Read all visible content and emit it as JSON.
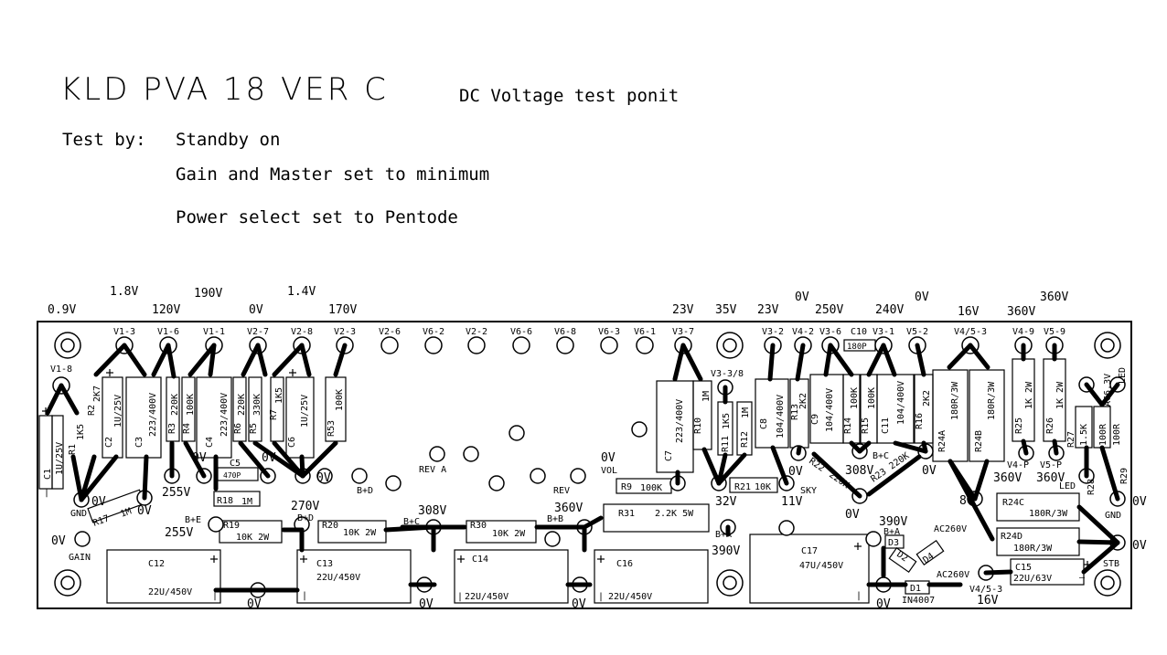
{
  "title": {
    "main": "KLD  PVA 18 VER C",
    "sub": "DC Voltage test ponit"
  },
  "test_by": {
    "label": "Test by:",
    "conditions": [
      "Standby on",
      "Gain and Master set to minimum",
      "Power select set to Pentode"
    ]
  },
  "top_voltages": [
    {
      "id": "tv1",
      "text": "0.9V"
    },
    {
      "id": "tv2",
      "text": "1.8V"
    },
    {
      "id": "tv3",
      "text": "120V"
    },
    {
      "id": "tv4",
      "text": "190V"
    },
    {
      "id": "tv5",
      "text": "0V"
    },
    {
      "id": "tv6",
      "text": "1.4V"
    },
    {
      "id": "tv7",
      "text": "170V"
    },
    {
      "id": "tv8",
      "text": "23V"
    },
    {
      "id": "tv9",
      "text": "35V"
    },
    {
      "id": "tv10",
      "text": "23V"
    },
    {
      "id": "tv11",
      "text": "0V"
    },
    {
      "id": "tv12",
      "text": "250V"
    },
    {
      "id": "tv13",
      "text": "240V"
    },
    {
      "id": "tv14",
      "text": "0V"
    },
    {
      "id": "tv15",
      "text": "16V"
    },
    {
      "id": "tv16",
      "text": "360V"
    },
    {
      "id": "tv17",
      "text": "360V"
    }
  ],
  "pins": [
    "V1-3",
    "V1-6",
    "V1-1",
    "V2-7",
    "V2-8",
    "V2-3",
    "V2-6",
    "V6-2",
    "V2-2",
    "V6-6",
    "V6-8",
    "V6-3",
    "V6-1",
    "V3-7",
    "V3-2",
    "V4-2",
    "V3-6",
    "V3-1",
    "V5-2",
    "V4/5-3",
    "V4-9",
    "V5-9",
    "V1-8",
    "V3-3/8"
  ],
  "components": {
    "C1": "1U/25V",
    "R1": "1K5",
    "R2": "2K7",
    "C2": "1U/25V",
    "C3": "223/400V",
    "R3": "220K",
    "R4": "100K",
    "C4": "223/400V",
    "R6": "220K",
    "R5": "330K",
    "R7": "1K5",
    "C6": "1U/25V",
    "R53": "100K",
    "C5": "470P",
    "R18": "1M",
    "R17": "1M",
    "C7": "223/400V",
    "R10": "1M",
    "R11": "1K5",
    "R12": "1M",
    "C8": "104/400V",
    "R13": "2K2",
    "C9": "104/400V",
    "R14": "100K",
    "R15": "100K",
    "C11": "104/400V",
    "R16": "2K2",
    "C10": "180P",
    "R21": "10K",
    "R22": "220K",
    "R23": "220K",
    "R24A": "180R/3W",
    "R24B": "180R/3W",
    "R25": "1K 2W",
    "R26": "1K 2W",
    "R27": "1.5K",
    "R28": "100R",
    "R29": "100R",
    "R24C": "180R/3W",
    "R24D": "180R/3W",
    "R9": "100K",
    "R31": "2.2K 5W",
    "R19": "10K 2W",
    "R20": "10K 2W",
    "R30": "10K 2W",
    "C12": "22U/450V",
    "C13": "22U/450V",
    "C14": "22U/450V",
    "C16": "22U/450V",
    "C17": "47U/450V",
    "C15": "22U/63V",
    "D1": "IN4007"
  },
  "board_labels": {
    "gnd": "GND",
    "gain": "GAIN",
    "stb": "STB",
    "led": "LED",
    "ac63": "AC6.3V",
    "sky": "SKY",
    "vol": "VOL",
    "rev": "REV",
    "reva": "REV A",
    "bd": "B+D",
    "be": "B+E",
    "bc": "B+C",
    "bb": "B+B",
    "ba": "B+A",
    "ac260a": "AC260V",
    "ac260b": "AC260V",
    "v4p": "V4-P",
    "v5p": "V5-P",
    "v453b": "V4/5-3"
  },
  "board_voltages": {
    "v0_gnd": "0V",
    "v0_c3": "0V",
    "v255": "255V",
    "v0_r4": "0V",
    "v0_c4": "0V",
    "v0_c6": "0V",
    "v0_gain": "0V",
    "v255b": "255V",
    "v270": "270V",
    "v308": "308V",
    "v360": "360V",
    "v0_vol": "0V",
    "v32": "32V",
    "v11": "11V",
    "v0_sky": "0V",
    "v308b": "308V",
    "v0_r16": "0V",
    "v0_r22": "0V",
    "v390": "390V",
    "v390b": "390V",
    "v8": "8V",
    "v360b": "360V",
    "v360c": "360V",
    "v0_r29": "0V",
    "v0_stb": "0V",
    "v0_c12": "0V",
    "v0_c14": "0V",
    "v0_c16": "0V",
    "v0_c17": "0V",
    "v16": "16V"
  }
}
